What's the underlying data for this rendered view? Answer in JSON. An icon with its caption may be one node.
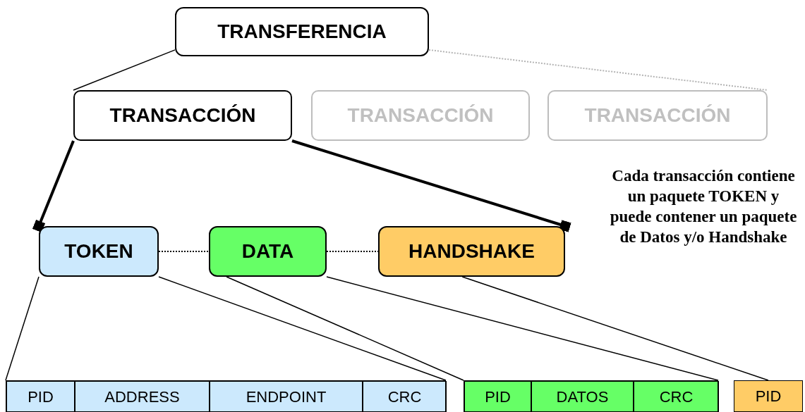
{
  "diagram": {
    "nodes": [
      {
        "text": [
          "TRANSFERENCIA"
        ]
      },
      {
        "text": [
          "TRANSACCIÓN"
        ]
      },
      {
        "text": [
          "TRANSACCIÓN"
        ]
      },
      {
        "text": [
          "TRANSACCIÓN"
        ]
      },
      {
        "text": [
          "TOKEN"
        ]
      },
      {
        "text": [
          "DATA"
        ]
      },
      {
        "text": [
          "HANDSHAKE"
        ]
      },
      {
        "text": [],
        "shape": "bar"
      },
      {
        "text": [
          "PID"
        ],
        "in": 7
      },
      {
        "text": [
          "ADDRESS"
        ],
        "in": 7
      },
      {
        "text": [
          "ENDPOINT"
        ],
        "in": 7
      },
      {
        "text": [
          "CRC"
        ],
        "in": 7
      },
      {
        "text": [],
        "shape": "bar"
      },
      {
        "text": [
          "PID"
        ],
        "in": 12
      },
      {
        "text": [
          "DATOS"
        ],
        "in": 12
      },
      {
        "text": [
          "CRC"
        ],
        "in": 12
      },
      {
        "text": [
          "PID"
        ]
      }
    ],
    "edges": [
      {
        "from": 0,
        "to": 1,
        "arrow": "none"
      },
      {
        "from": 0,
        "to": 3,
        "arrow": "none",
        "style": "dashed",
        "color": "#b3b3b3"
      },
      {
        "from": 1,
        "to": 4,
        "arrow": "other",
        "style": "thick"
      },
      {
        "from": 1,
        "to": 6,
        "arrow": "other",
        "style": "thick"
      },
      {
        "from": 4,
        "to": 5,
        "arrow": "none",
        "style": "dashed"
      },
      {
        "from": 5,
        "to": 6,
        "arrow": "none",
        "style": "dashed"
      },
      {
        "from": 4,
        "to": 7,
        "arrow": "none"
      },
      {
        "from": 4,
        "to": 7,
        "arrow": "none"
      },
      {
        "from": 5,
        "to": 12,
        "arrow": "none"
      },
      {
        "from": 5,
        "to": 12,
        "arrow": "none"
      },
      {
        "from": 6,
        "to": 16,
        "arrow": "none"
      }
    ],
    "labels": [
      "Cada transacción contiene un paquete TOKEN y puede contener un paquete de Datos y/o Handshake"
    ]
  }
}
